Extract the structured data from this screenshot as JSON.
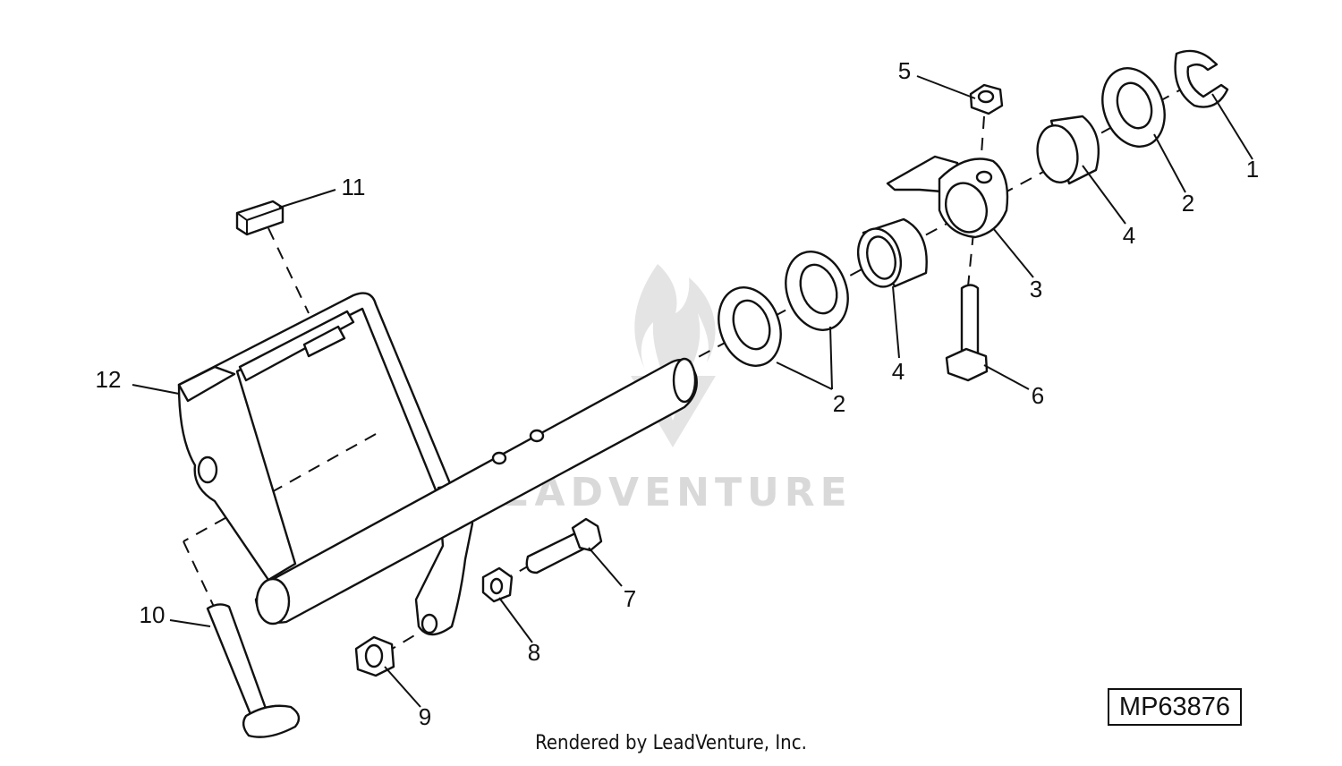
{
  "diagram": {
    "watermark": "LEADVENTURE",
    "figure_id": "MP63876",
    "footer": "Rendered by LeadVenture, Inc.",
    "callouts": {
      "c1": "1",
      "c2a": "2",
      "c2b": "2",
      "c3": "3",
      "c4a": "4",
      "c4b": "4",
      "c5": "5",
      "c6": "6",
      "c7": "7",
      "c8": "8",
      "c9": "9",
      "c10": "10",
      "c11": "11",
      "c12": "12"
    }
  }
}
